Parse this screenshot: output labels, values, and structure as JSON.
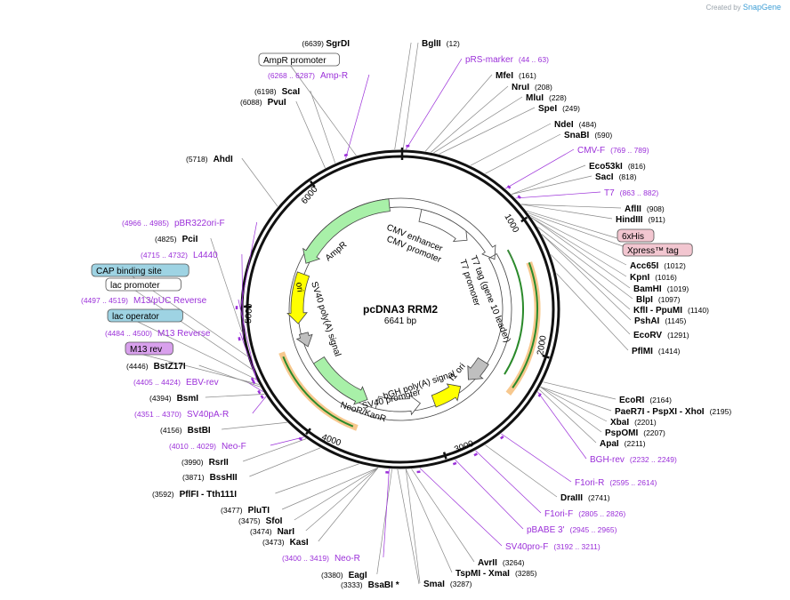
{
  "credit": {
    "prefix": "Created by",
    "brand": "SnapGene"
  },
  "plasmid": {
    "name": "pcDNA3 RRM2",
    "length": "6641 bp"
  },
  "colors": {
    "ring": "#111111",
    "primer": "#9b30d9",
    "gene": "#a8f0a8",
    "yellow": "#ffff00",
    "box_blue": "#9ed3e3",
    "box_pink": "#f2c6d0",
    "box_violet": "#d8a0ec",
    "orf": "#f7c88e"
  },
  "tick_labels": [
    "1000",
    "2000",
    "3000",
    "4000",
    "5000",
    "6000"
  ],
  "sites": [
    {
      "name": "SgrDI",
      "pos": "(6639)"
    },
    {
      "name": "BglII",
      "pos": "(12)"
    },
    {
      "name": "pRS-marker",
      "pos": "(44 .. 63)",
      "primer": true
    },
    {
      "name": "MfeI",
      "pos": "(161)"
    },
    {
      "name": "NruI",
      "pos": "(208)"
    },
    {
      "name": "MluI",
      "pos": "(228)"
    },
    {
      "name": "SpeI",
      "pos": "(249)"
    },
    {
      "name": "NdeI",
      "pos": "(484)"
    },
    {
      "name": "SnaBI",
      "pos": "(590)"
    },
    {
      "name": "CMV-F",
      "pos": "(769 .. 789)",
      "primer": true
    },
    {
      "name": "Eco53kI",
      "pos": "(816)"
    },
    {
      "name": "SacI",
      "pos": "(818)"
    },
    {
      "name": "T7",
      "pos": "(863 .. 882)",
      "primer": true
    },
    {
      "name": "AflII",
      "pos": "(908)"
    },
    {
      "name": "HindIII",
      "pos": "(911)"
    },
    {
      "name": "6xHis",
      "pos": "",
      "box": "pink"
    },
    {
      "name": "Xpress™ tag",
      "pos": "",
      "box": "pink"
    },
    {
      "name": "Acc65I",
      "pos": "(1012)"
    },
    {
      "name": "KpnI",
      "pos": "(1016)"
    },
    {
      "name": "BamHI",
      "pos": "(1019)"
    },
    {
      "name": "BlpI",
      "pos": "(1097)"
    },
    {
      "name": "KflI  - PpuMI",
      "pos": "(1140)"
    },
    {
      "name": "PshAI",
      "pos": "(1145)"
    },
    {
      "name": "EcoRV",
      "pos": "(1291)"
    },
    {
      "name": "PflMI",
      "pos": "(1414)"
    },
    {
      "name": "EcoRI",
      "pos": "(2164)"
    },
    {
      "name": "PaeR7I  - PspXI  - XhoI",
      "pos": "(2195)"
    },
    {
      "name": "XbaI",
      "pos": "(2201)"
    },
    {
      "name": "PspOMI",
      "pos": "(2207)"
    },
    {
      "name": "ApaI",
      "pos": "(2211)"
    },
    {
      "name": "BGH-rev",
      "pos": "(2232 .. 2249)",
      "primer": true
    },
    {
      "name": "F1ori-R",
      "pos": "(2595 .. 2614)",
      "primer": true
    },
    {
      "name": "DraIII",
      "pos": "(2741)"
    },
    {
      "name": "F1ori-F",
      "pos": "(2805 .. 2826)",
      "primer": true
    },
    {
      "name": "pBABE 3'",
      "pos": "(2945 .. 2965)",
      "primer": true
    },
    {
      "name": "SV40pro-F",
      "pos": "(3192 .. 3211)",
      "primer": true
    },
    {
      "name": "AvrII",
      "pos": "(3264)"
    },
    {
      "name": "TspMI  - XmaI",
      "pos": "(3285)"
    },
    {
      "name": "SmaI",
      "pos": "(3287)"
    },
    {
      "name": "BsaBI  *",
      "pos": "(3333)"
    },
    {
      "name": "EagI",
      "pos": "(3380)"
    },
    {
      "name": "Neo-R",
      "pos": "(3400 .. 3419)",
      "primer": true
    },
    {
      "name": "KasI",
      "pos": "(3473)"
    },
    {
      "name": "NarI",
      "pos": "(3474)"
    },
    {
      "name": "SfoI",
      "pos": "(3475)"
    },
    {
      "name": "PluTI",
      "pos": "(3477)"
    },
    {
      "name": "PflFI  - Tth111I",
      "pos": "(3592)"
    },
    {
      "name": "BssHII",
      "pos": "(3871)"
    },
    {
      "name": "RsrII",
      "pos": "(3990)"
    },
    {
      "name": "Neo-F",
      "pos": "(4010 .. 4029)",
      "primer": true
    },
    {
      "name": "BstBI",
      "pos": "(4156)"
    },
    {
      "name": "SV40pA-R",
      "pos": "(4351 .. 4370)",
      "primer": true
    },
    {
      "name": "BsmI",
      "pos": "(4394)"
    },
    {
      "name": "EBV-rev",
      "pos": "(4405 .. 4424)",
      "primer": true
    },
    {
      "name": "BstZ17I",
      "pos": "(4446)"
    },
    {
      "name": "M13 rev",
      "pos": "",
      "box": "violet"
    },
    {
      "name": "M13 Reverse",
      "pos": "(4484 .. 4500)",
      "primer": true
    },
    {
      "name": "lac operator",
      "pos": "",
      "box": "blue"
    },
    {
      "name": "M13/pUC Reverse",
      "pos": "(4497 .. 4519)",
      "primer": true
    },
    {
      "name": "lac promoter",
      "pos": "",
      "box": "white"
    },
    {
      "name": "CAP binding site",
      "pos": "",
      "box": "blue"
    },
    {
      "name": "L4440",
      "pos": "(4715 .. 4732)",
      "primer": true
    },
    {
      "name": "PciI",
      "pos": "(4825)"
    },
    {
      "name": "pBR322ori-F",
      "pos": "(4966 .. 4985)",
      "primer": true
    },
    {
      "name": "AhdI",
      "pos": "(5718)"
    },
    {
      "name": "PvuI",
      "pos": "(6088)"
    },
    {
      "name": "ScaI",
      "pos": "(6198)"
    },
    {
      "name": "Amp-R",
      "pos": "(6268 .. 6287)",
      "primer": true
    },
    {
      "name": "AmpR promoter",
      "pos": "",
      "box": "white"
    }
  ],
  "features": [
    {
      "name": "CMV enhancer"
    },
    {
      "name": "CMV promoter"
    },
    {
      "name": "T7 promoter"
    },
    {
      "name": "T7 tag (gene 10 leader)"
    },
    {
      "name": "bGH poly(A) signal"
    },
    {
      "name": "f1 ori"
    },
    {
      "name": "SV40 promoter"
    },
    {
      "name": "NeoR/KanR"
    },
    {
      "name": "SV40 poly(A) signal"
    },
    {
      "name": "ori"
    },
    {
      "name": "AmpR"
    }
  ]
}
